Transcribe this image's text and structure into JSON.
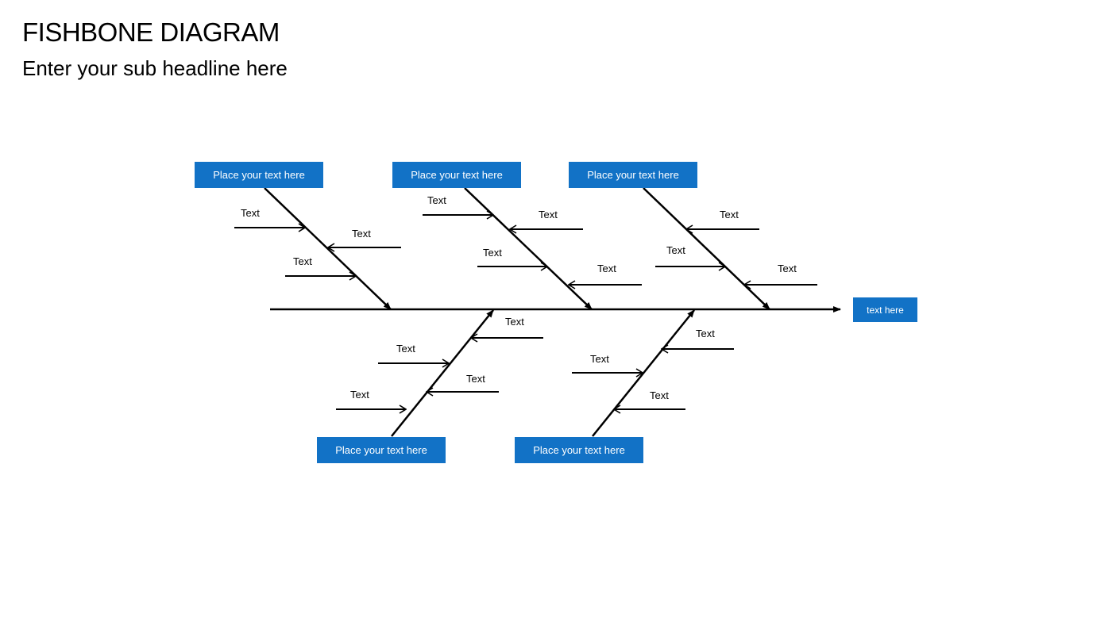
{
  "header": {
    "title": "FISHBONE DIAGRAM",
    "subtitle": "Enter your sub headline here"
  },
  "diagram": {
    "head_label": "text here",
    "categories": [
      {
        "label": "Place your text here",
        "causes": [
          "Text",
          "Text",
          "Text"
        ]
      },
      {
        "label": "Place your text here",
        "causes": [
          "Text",
          "Text",
          "Text",
          "Text"
        ]
      },
      {
        "label": "Place your text here",
        "causes": [
          "Text",
          "Text",
          "Text"
        ]
      },
      {
        "label": "Place your text here",
        "causes": [
          "Text",
          "Text",
          "Text",
          "Text"
        ]
      },
      {
        "label": "Place your text here",
        "causes": [
          "Text",
          "Text",
          "Text"
        ]
      }
    ]
  },
  "colors": {
    "box": "#1272C6",
    "line": "#000000"
  }
}
